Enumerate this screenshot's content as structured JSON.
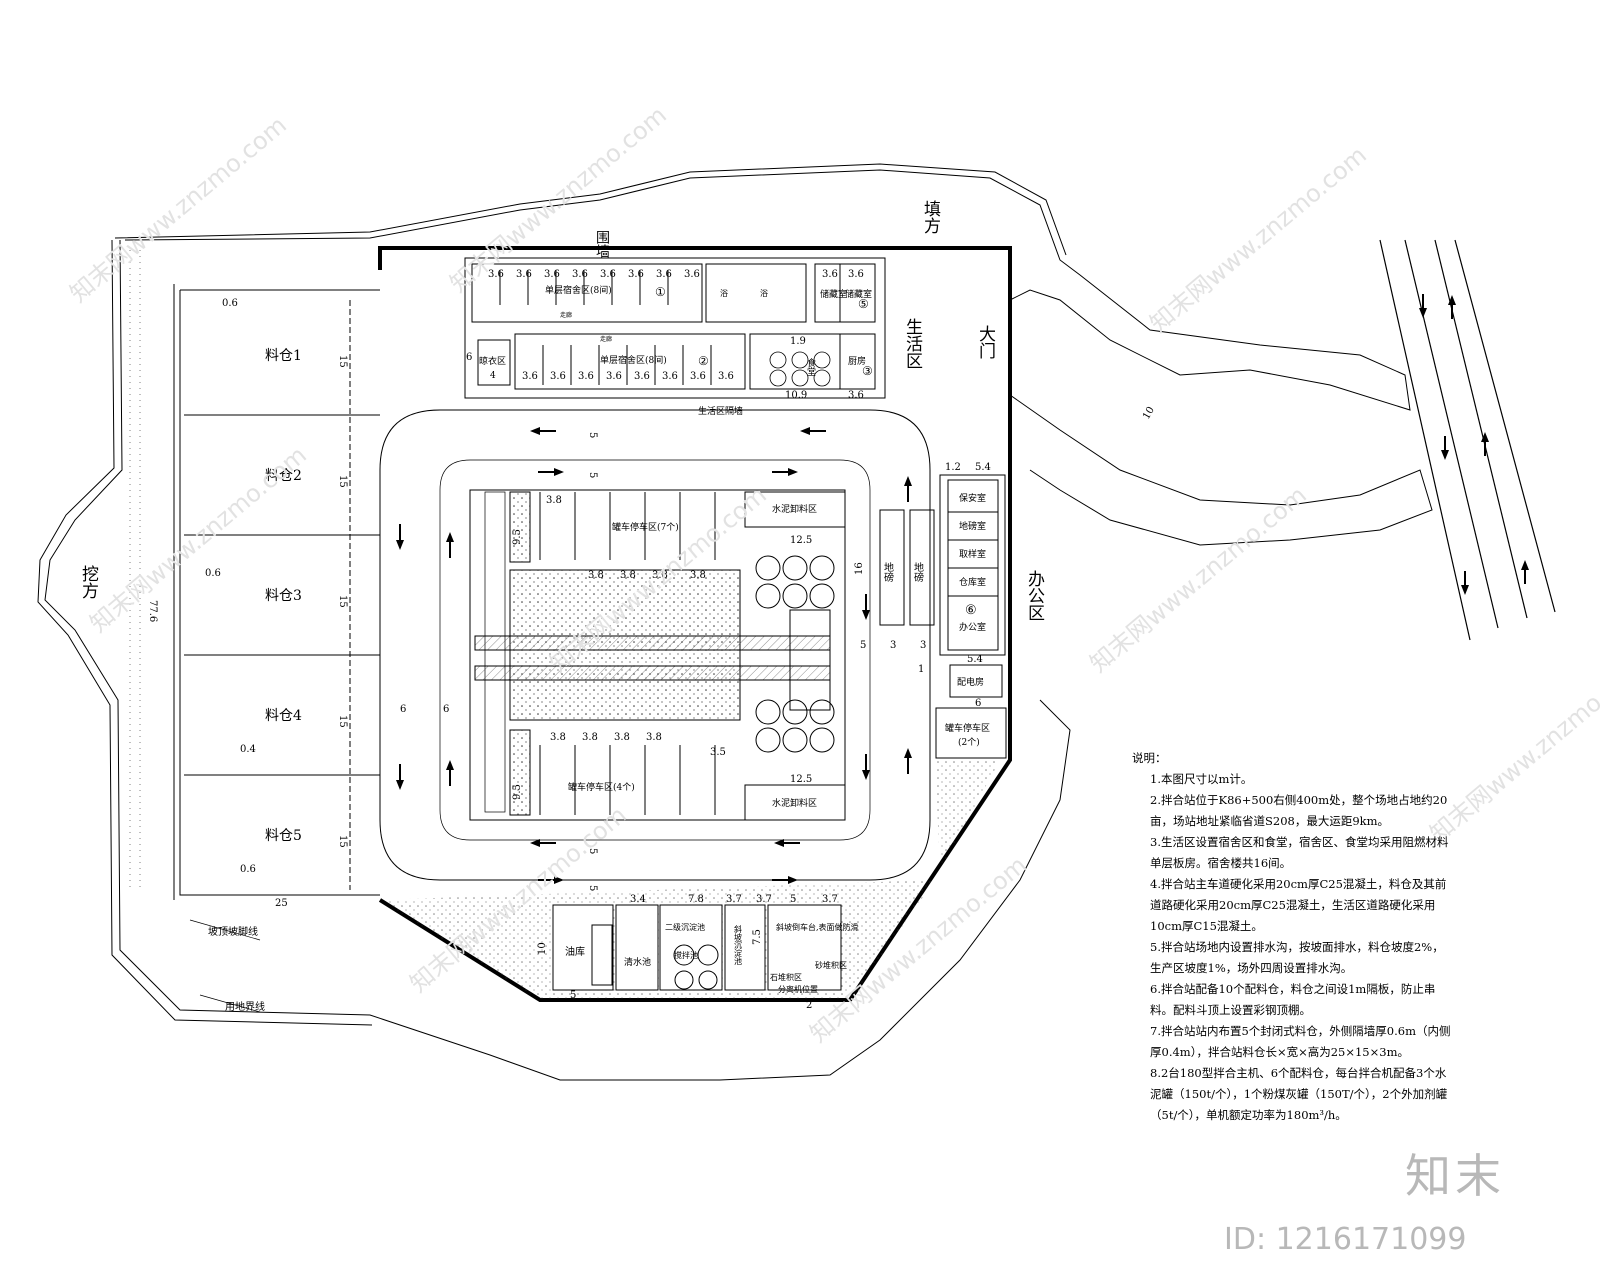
{
  "labels": {
    "wajian_fang": "挖方",
    "tian_fang": "填方",
    "weiqiang": "围墙",
    "shenghuo_qu": "生活区",
    "damen": "大门",
    "bangong_qu": "办公区",
    "shenghuo_geqiang": "生活区隔墙",
    "potou_podi_xian": "坡顶坡脚线",
    "yongdi_jiexian": "用地界线"
  },
  "bins": [
    {
      "label": "料仓1"
    },
    {
      "label": "料仓2"
    },
    {
      "label": "料仓3"
    },
    {
      "label": "料仓4"
    },
    {
      "label": "料仓5"
    }
  ],
  "living": {
    "dorm1": "单层宿舍区(8间)",
    "dorm2": "单层宿舍区(8间)",
    "storage1": "储藏室",
    "storage2": "储藏室",
    "laundry": "晾衣区",
    "canteen": "食堂",
    "kitchen": "厨房",
    "bath": "浴",
    "corridor": "走廊",
    "num1": "①",
    "num2": "②",
    "num3": "③",
    "num4": "4",
    "num5": "⑤"
  },
  "plant": {
    "tank_park_7": "罐车停车区(7个)",
    "tank_park_4": "罐车停车区(4个)",
    "cement_unload_top": "水泥卸料区",
    "cement_unload_bottom": "水泥卸料区",
    "weighbridge1": "地磅",
    "weighbridge2": "地磅"
  },
  "office": {
    "rooms": [
      "保安室",
      "地磅室",
      "取样室",
      "仓库室",
      "办公室"
    ],
    "num6": "⑥",
    "power": "配电房",
    "tank_park_2_a": "罐车停车区",
    "tank_park_2_b": "(2个)"
  },
  "south": {
    "oil": "油库",
    "clear_pool": "清水池",
    "mix_pool": "搅拌池",
    "mix_space": "二级沉淀池",
    "sediment": "斜坡沉淀池",
    "slope_dump": "斜坡倒车台,表面做防滑",
    "stone_pile": "石堆积区",
    "separator": "分离机位置",
    "sand_pile": "砂堆积区"
  },
  "dims": {
    "d36": "3.6",
    "d06": "0.6",
    "d04": "0.4",
    "d15": "15",
    "d776": "77.6",
    "d25": "25",
    "d5": "5",
    "d6": "6",
    "d3": "3",
    "d1": "1",
    "d16": "16",
    "d10": "10",
    "d125": "12.5",
    "d38": "3.8",
    "d95": "9.5",
    "d12": "1.2",
    "d54": "5.4",
    "d19": "1.9",
    "d109": "10.9",
    "d34": "3.4",
    "d78": "7.8",
    "d37": "3.7",
    "d75": "7.5",
    "d35": "3.5",
    "d2": "2"
  },
  "notes": {
    "title": "说明：",
    "items": [
      "1.本图尺寸以m计。",
      "2.拌合站位于K86+500右侧400m处，整个场地占地约20亩，场站地址紧临省道S208，最大运距9km。",
      "3.生活区设置宿舍区和食堂，宿舍区、食堂均采用阻燃材料单层板房。宿舍楼共16间。",
      "4.拌合站主车道硬化采用20cm厚C25混凝土，料仓及其前道路硬化采用20cm厚C25混凝土，生活区道路硬化采用10cm厚C15混凝土。",
      "5.拌合站场地内设置排水沟，按坡面排水，料仓坡度2%，生产区坡度1%，场外四周设置排水沟。",
      "6.拌合站配备10个配料仓，料仓之间设1m隔板，防止串料。配料斗顶上设置彩钢顶棚。",
      "7.拌合站站内布置5个封闭式料仓，外侧隔墙厚0.6m（内侧厚0.4m），拌合站料仓长×宽×高为25×15×3m。",
      "8.2台180型拌合主机、6个配料仓，每台拌合机配备3个水泥罐（150t/个），1个粉煤灰罐（150T/个），2个外加剂罐（5t/个），单机额定功率为180m³/h。"
    ]
  },
  "brand": "知末",
  "id_text": "ID: 1216171099",
  "watermark": "知末网www.znzmo.com"
}
